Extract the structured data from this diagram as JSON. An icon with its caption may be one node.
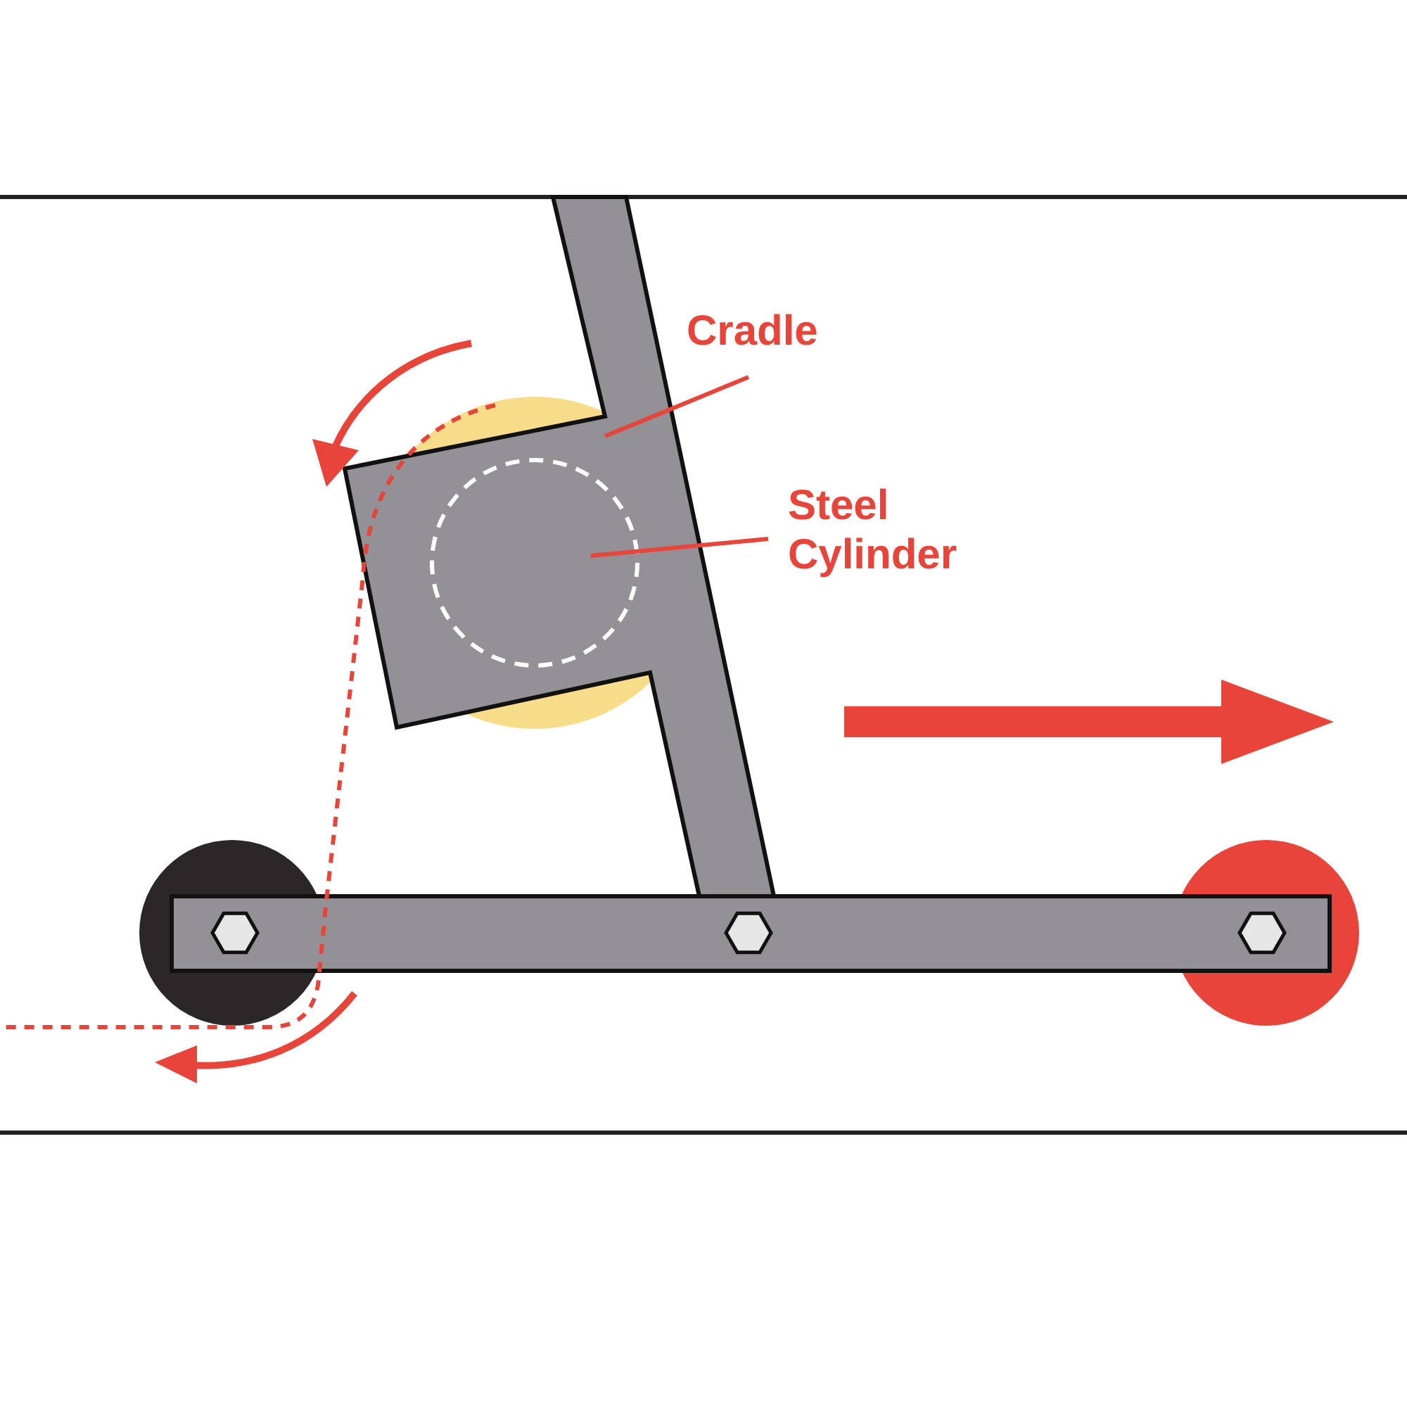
{
  "diagram": {
    "nodes": [
      {
        "text": [
          "Cradle"
        ]
      },
      {
        "text": [],
        "shape": "box"
      },
      {
        "text": [
          "Steel Cylinder"
        ]
      },
      {
        "text": [],
        "shape": "circle",
        "in": 1
      }
    ],
    "edges": [
      {
        "from": 0,
        "to": 1,
        "arrow": "none"
      },
      {
        "from": 2,
        "to": 3,
        "arrow": "none"
      }
    ]
  }
}
